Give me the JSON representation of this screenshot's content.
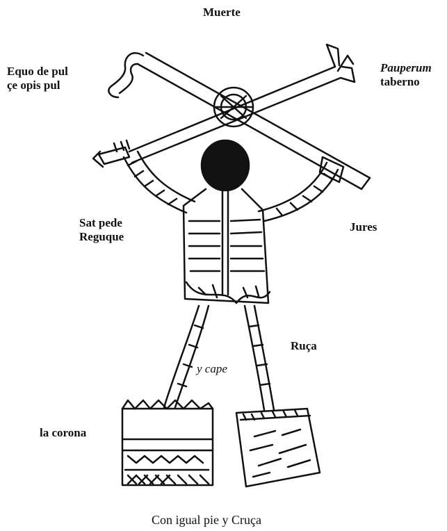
{
  "labels": {
    "top": "Muerte",
    "upper_left_line1": "Equo de pul",
    "upper_left_line2": "çe opis pul",
    "upper_right_line1": "Pauperum",
    "upper_right_line2": "taberno",
    "left_arm": "Sat pede",
    "left_arm_line2": "Reguque",
    "right_arm": "Jures",
    "right_leg": "Ruça",
    "between_legs": "y cape",
    "left_block": "la corona"
  },
  "caption": "Con igual pie y Cruça",
  "colors": {
    "ink": "#111111",
    "paper": "#ffffff"
  }
}
